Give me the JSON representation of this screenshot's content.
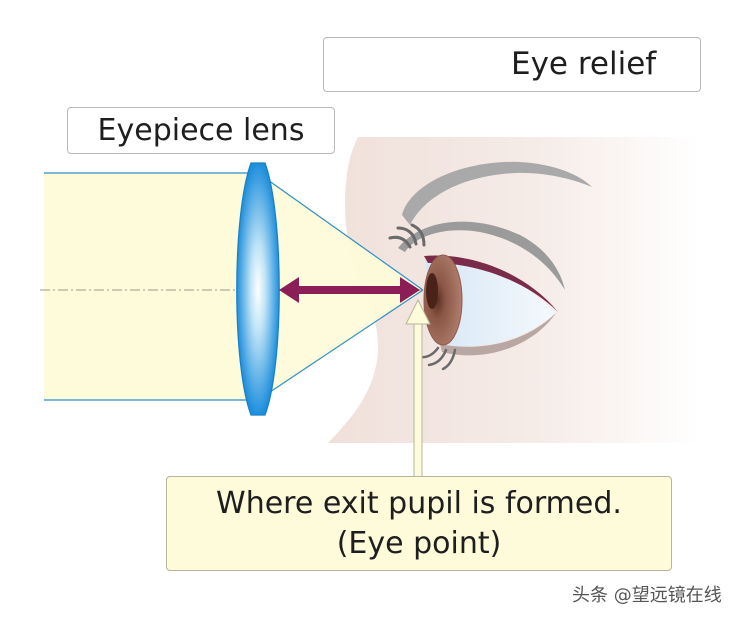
{
  "labels": {
    "eye_relief": "Eye relief",
    "eyepiece_lens": "Eyepiece lens",
    "exit_pupil_line1": "Where exit pupil is formed.",
    "exit_pupil_line2": "(Eye point)"
  },
  "watermark": "头条 @望远镜在线",
  "colors": {
    "light_beam": "#fdfbd9",
    "beam_edge": "#2e8fc9",
    "lens_blue": "#2a9ae0",
    "arrow_maroon": "#8b1e57",
    "skin": "#f3e6e0",
    "iris": "#a16c5a"
  },
  "icons": {
    "eye_relief_arrow": "double-arrow-icon",
    "eye": "eye-icon"
  }
}
